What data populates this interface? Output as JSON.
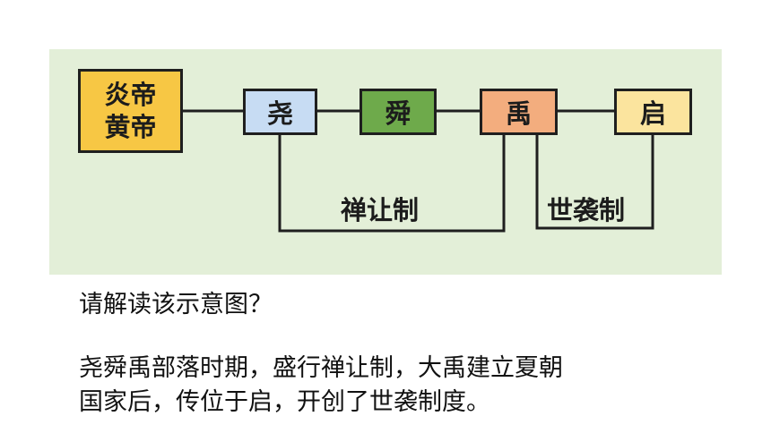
{
  "diagram": {
    "nodes": {
      "yan_huang": [
        "炎帝",
        "黄帝"
      ],
      "yao": "尧",
      "shun": "舜",
      "yu": "禹",
      "qi": "启"
    },
    "edge_labels": {
      "shanrang": "禅让制",
      "shixi": "世袭制"
    },
    "colors": {
      "panel_background": "#e3efd8",
      "yan_huang": "#f7c744",
      "yao": "#c7dcf3",
      "shun": "#6eaa4b",
      "yu": "#f3ad7e",
      "qi": "#fbe49e"
    }
  },
  "question": "请解读该示意图？",
  "answer_lines": [
    "尧舜禹部落时期，盛行禅让制，大禹建立夏朝",
    "国家后，传位于启，开创了世袭制度。"
  ]
}
